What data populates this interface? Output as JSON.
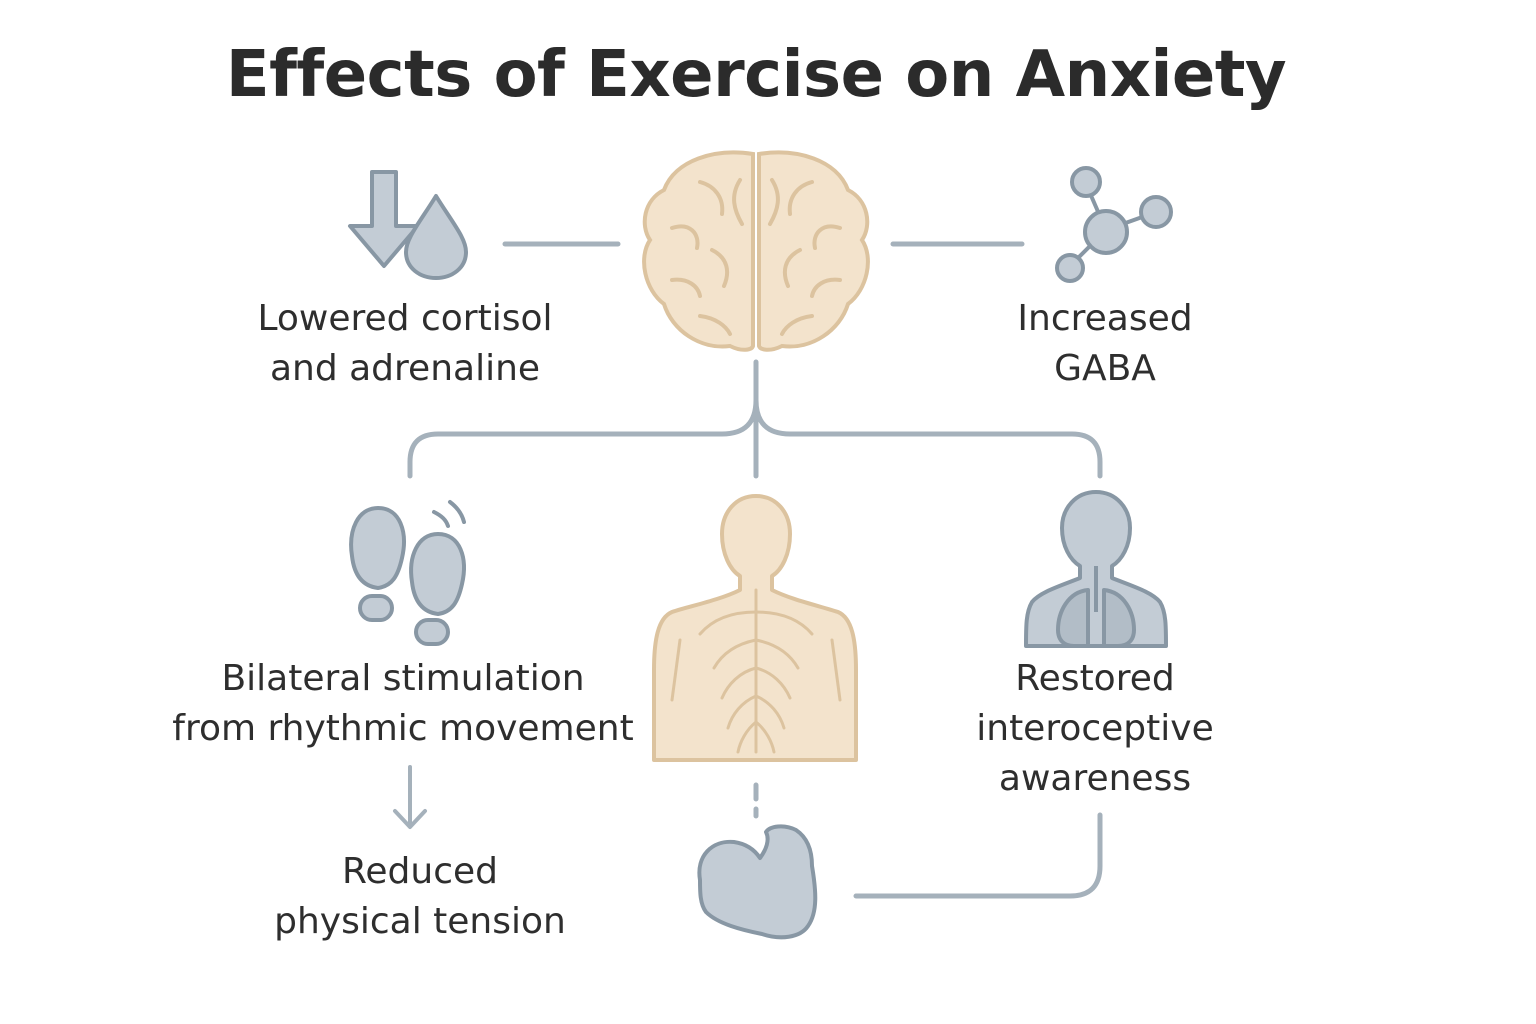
{
  "title": "Effects of Exercise on Anxiety",
  "colors": {
    "connector": "#a5b1bb",
    "icon_fill": "#c3ccd5",
    "icon_stroke": "#8897a4",
    "brain_fill": "#f3e3cc",
    "brain_stroke": "#dcc39f",
    "text": "#2e2e2e"
  },
  "nodes": {
    "cortisol": {
      "icon": "down-arrow-droplet-icon",
      "lines": [
        "Lowered cortisol",
        "and adrenaline"
      ]
    },
    "gaba": {
      "icon": "molecule-icon",
      "lines": [
        "Increased",
        "GABA"
      ]
    },
    "bilateral": {
      "icon": "footprints-icon",
      "lines": [
        "Bilateral stimulation",
        "from rhythmic movement"
      ]
    },
    "interoceptive": {
      "icon": "lungs-torso-icon",
      "lines": [
        "Restored",
        "interoceptive",
        "awareness"
      ]
    },
    "tension": {
      "icon": "flexed-arm-icon",
      "lines": [
        "Reduced",
        "physical tension"
      ]
    },
    "center": {
      "icons": [
        "brain-icon",
        "nervous-system-body-icon"
      ]
    }
  }
}
